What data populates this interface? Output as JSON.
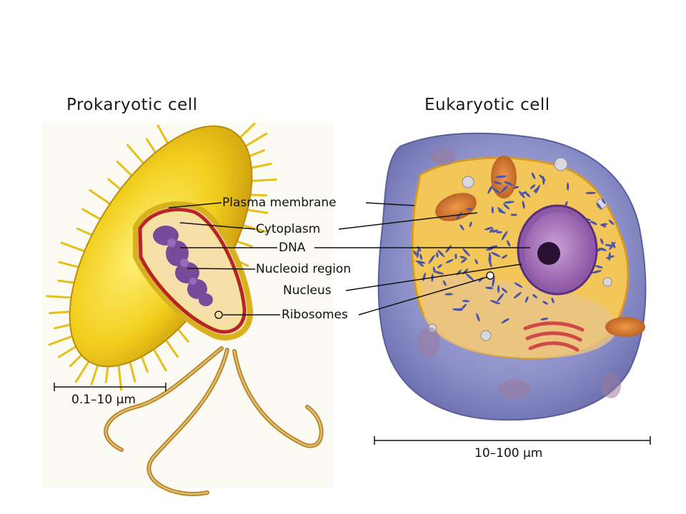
{
  "titles": {
    "prokaryotic": "Prokaryotic cell",
    "eukaryotic": "Eukaryotic cell"
  },
  "labels": {
    "plasma_membrane": "Plasma membrane",
    "cytoplasm": "Cytoplasm",
    "dna": "DNA",
    "nucleoid_region": "Nucleoid region",
    "nucleus": "Nucleus",
    "ribosomes": "Ribosomes"
  },
  "scales": {
    "prokaryotic": "0.1–10 μm",
    "eukaryotic": "10–100 μm"
  },
  "colors": {
    "bacterium_body": "#f2cf1e",
    "bacterium_cytoplasm": "#f6dfa8",
    "membrane_red": "#b8242a",
    "dna_purple": "#7a4a9a",
    "flagellum": "#b88a30",
    "euk_outer": "#8c90c8",
    "euk_cytoplasm": "#f3c65a",
    "nucleus": "#a874b8",
    "er_blue": "#4a55a8"
  }
}
